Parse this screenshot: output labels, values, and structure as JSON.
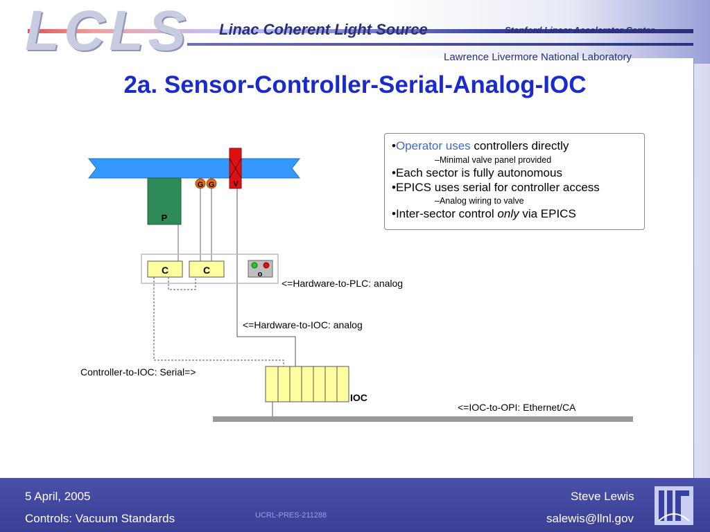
{
  "header": {
    "logo_text": "LCLS",
    "project_name": "Linac Coherent Light Source",
    "org_slac": "Stanford Linear Accelerator Center",
    "org_llnl": "Lawrence Livermore National Laboratory"
  },
  "slide": {
    "title": "2a. Sensor-Controller-Serial-Analog-IOC"
  },
  "bullets": {
    "b1_highlight": "Operator uses",
    "b1_rest": " controllers directly",
    "b1_sub": "–Minimal valve panel provided",
    "b2": "Each sector is fully autonomous",
    "b3": "EPICS uses serial for controller access",
    "b3_sub": "–Analog wiring to valve",
    "b4_pre": "Inter-sector control ",
    "b4_em": "only",
    "b4_post": " via EPICS"
  },
  "diagram": {
    "pump_label": "P",
    "gauge_label": "G",
    "valve_label": "V",
    "controller_label": "C",
    "panel_label": "o",
    "ioc_label": "IOC",
    "plc_link_label": "<=Hardware-to-PLC: analog",
    "ioc_link_label": "<=Hardware-to-IOC: analog",
    "serial_link_label": "Controller-to-IOC: Serial=>",
    "opi_link_label": "<=IOC-to-OPI: Ethernet/CA",
    "colors": {
      "beampipe": "#3399ff",
      "pump": "#2e8b57",
      "gauge": "#e06a1a",
      "valve": "#dd1111",
      "controller": "#ffffa0",
      "ioc": "#ffffa0",
      "network": "#999999",
      "led_green": "#22cc22",
      "led_red": "#dd1111"
    }
  },
  "footer": {
    "date": "5 April, 2005",
    "topic": "Controls: Vacuum Standards",
    "doc_number": "UCRL-PRES-211288",
    "author": "Steve Lewis",
    "email": "salewis@llnl.gov",
    "logo_icon": "llnl-logo-icon"
  }
}
